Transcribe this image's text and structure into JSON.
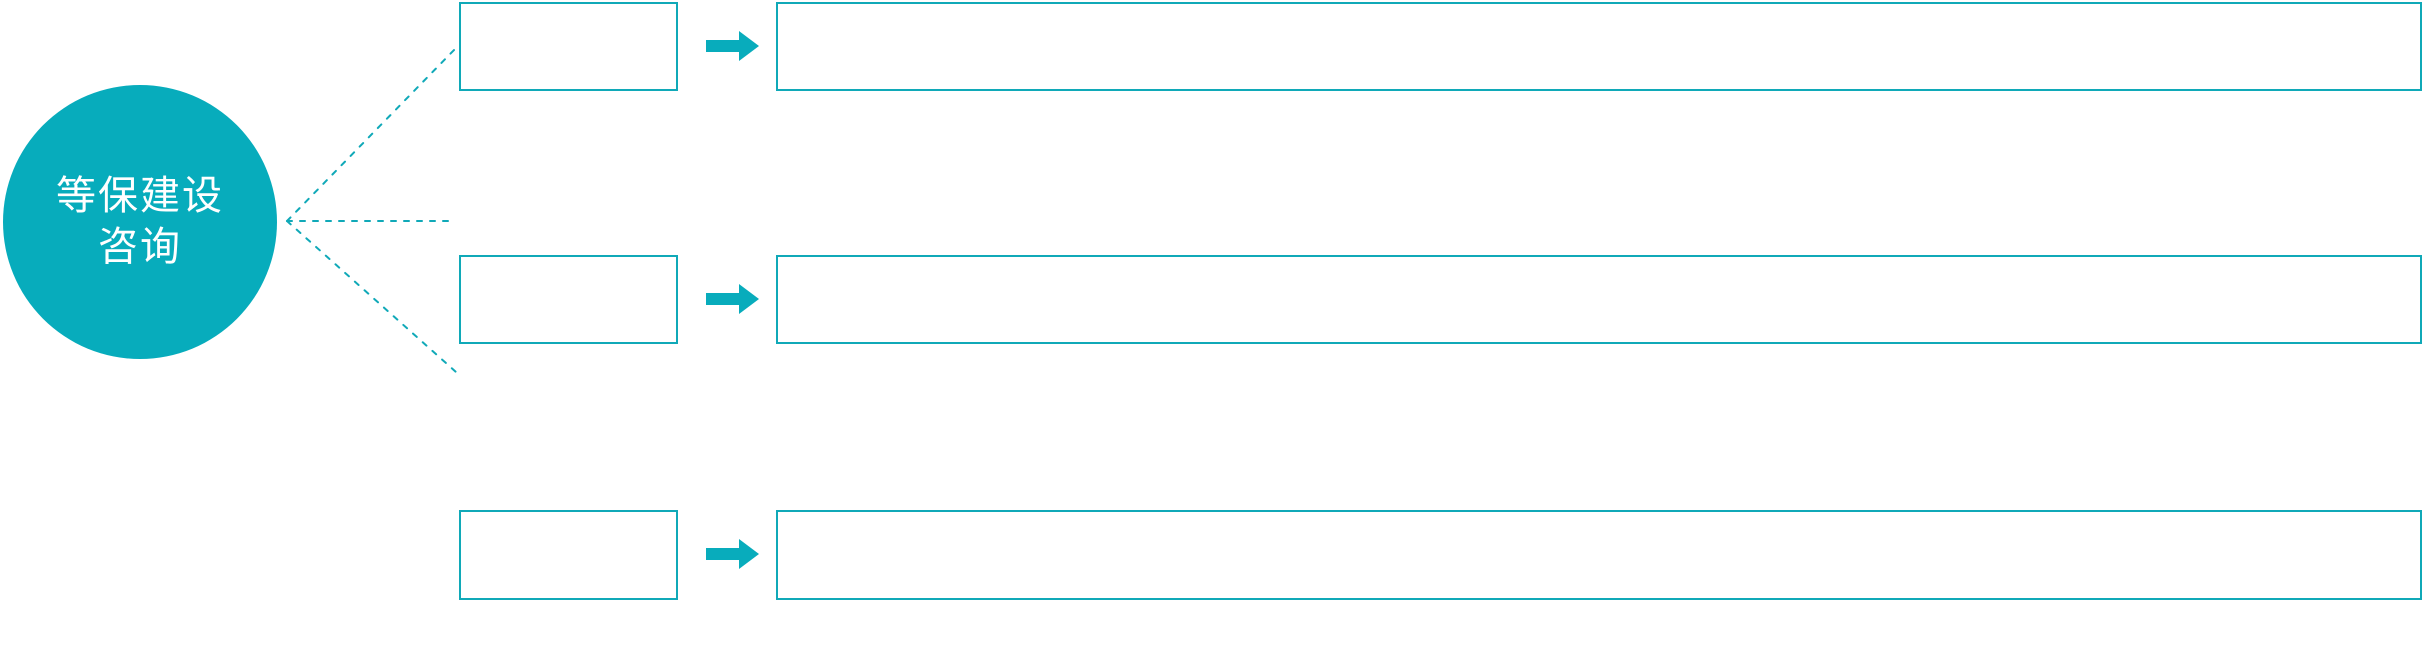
{
  "diagram": {
    "title": "等保建设咨询",
    "accent_color": "#07acbc",
    "border_color": "#10a9b8",
    "background_color": "#ffffff",
    "text_color_on_accent": "#ffffff",
    "type": "hub-and-spoke flow diagram",
    "hub": {
      "name": "等保建设咨询",
      "line1": "等保建设",
      "line2": "咨询",
      "shape": "circle",
      "fill": "#07acbc"
    },
    "connectors": {
      "style": "dotted",
      "color": "#10a9b8",
      "count": 3,
      "junction_label": ""
    },
    "rows": [
      {
        "id": "row-1",
        "label": "",
        "detail": "",
        "arrow_icon": "right-arrow-icon"
      },
      {
        "id": "row-2",
        "label": "",
        "detail": "",
        "arrow_icon": "right-arrow-icon"
      },
      {
        "id": "row-3",
        "label": "",
        "detail": "",
        "arrow_icon": "right-arrow-icon"
      }
    ]
  }
}
